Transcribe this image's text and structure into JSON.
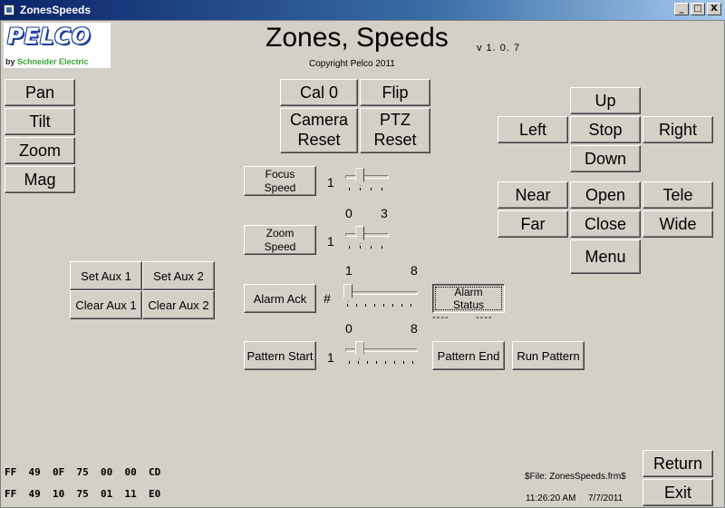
{
  "window": {
    "title": "ZonesSpeeds",
    "controls": [
      "_",
      "□",
      "X"
    ]
  },
  "logo": {
    "brand": "PELCO",
    "by_prefix": "by ",
    "by_name": "Schneider Electric"
  },
  "header": {
    "title": "Zones, Speeds",
    "version": "v 1. 0. 7",
    "copyright": "Copyright Pelco 2011"
  },
  "left_buttons": {
    "pan": "Pan",
    "tilt": "Tilt",
    "zoom": "Zoom",
    "mag": "Mag"
  },
  "top_center": {
    "cal0": "Cal 0",
    "flip": "Flip",
    "camera_reset_1": "Camera",
    "camera_reset_2": "Reset",
    "ptz_reset_1": "PTZ",
    "ptz_reset_2": "Reset"
  },
  "focus": {
    "label_1": "Focus",
    "label_2": "Speed",
    "value": "1",
    "level": 0.3
  },
  "focus_range": {
    "min": "0",
    "max": "3"
  },
  "zoom_speed": {
    "label_1": "Zoom",
    "label_2": "Speed",
    "value": "1",
    "level": 0.3
  },
  "zoom_range": {
    "min": "1",
    "max": "8"
  },
  "alarm": {
    "ack": "Alarm Ack",
    "hash": "#",
    "status_1": "Alarm",
    "status_2": "Status",
    "dashes_left": "----",
    "dashes_right": "----",
    "level": 0.0
  },
  "pattern_range": {
    "min": "0",
    "max": "8"
  },
  "pattern": {
    "start": "Pattern Start",
    "value": "1",
    "end": "Pattern End",
    "run": "Run Pattern",
    "level": 0.15
  },
  "aux": {
    "set1": "Set Aux 1",
    "set2": "Set Aux 2",
    "clear1": "Clear Aux 1",
    "clear2": "Clear Aux 2"
  },
  "ptz": {
    "up": "Up",
    "left": "Left",
    "stop": "Stop",
    "right": "Right",
    "down": "Down",
    "near": "Near",
    "open": "Open",
    "tele": "Tele",
    "far": "Far",
    "close": "Close",
    "wide": "Wide",
    "menu": "Menu"
  },
  "hex": {
    "line1": "FF  49  0F  75  00  00  CD",
    "line2": "FF  49  10  75  01  11  E0"
  },
  "footer": {
    "file": "$File: ZonesSpeeds.frm$",
    "time": "11:26:20 AM",
    "date": "7/7/2011",
    "return": "Return",
    "exit": "Exit"
  },
  "icons": {
    "app": "app-window-icon"
  }
}
